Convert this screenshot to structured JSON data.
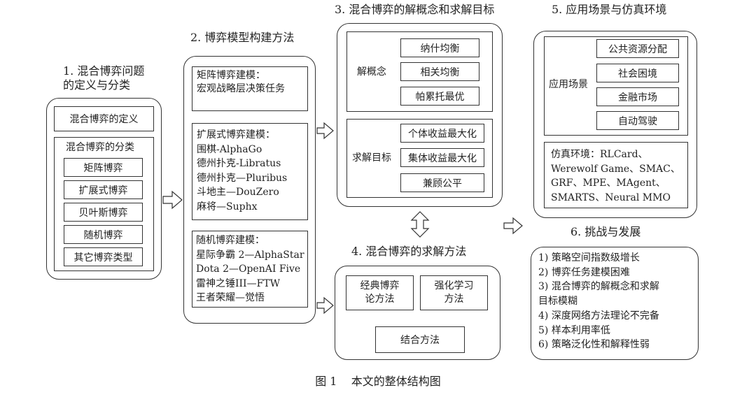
{
  "sections": {
    "s1": {
      "title_lines": [
        "1. 混合博弈问题",
        "的定义与分类"
      ],
      "definition": "混合博弈的定义",
      "classification_title": "混合博弈的分类",
      "types": [
        "矩阵博弈",
        "扩展式博弈",
        "贝叶斯博弈",
        "随机博弈",
        "其它博弈类型"
      ]
    },
    "s2": {
      "title": "2. 博弈模型构建方法",
      "matrix_lines": [
        "矩阵博弈建模：",
        "宏观战略层决策任务"
      ],
      "extensive_lines": [
        "扩展式博弈建模：",
        "围棋-AlphaGo",
        "德州扑克-Libratus",
        "德州扑克—Pluribus",
        "斗地主—DouZero",
        "麻将—Suphx"
      ],
      "stochastic_lines": [
        "随机博弈建模：",
        "星际争霸 2—AlphaStar",
        "Dota 2—OpenAI Five",
        "雷神之锤III—FTW",
        "王者荣耀—觉悟"
      ]
    },
    "s3": {
      "title": "3. 混合博弈的解概念和求解目标",
      "solution_label": "解概念",
      "solutions": [
        "纳什均衡",
        "相关均衡",
        "帕累托最优"
      ],
      "objective_label": "求解目标",
      "objectives": [
        "个体收益最大化",
        "集体收益最大化",
        "兼顾公平"
      ]
    },
    "s4": {
      "title": "4. 混合博弈的求解方法",
      "classic_lines": [
        "经典博弈",
        "论方法"
      ],
      "rl_lines": [
        "强化学习",
        "方法"
      ],
      "combined": "结合方法"
    },
    "s5": {
      "title": "5. 应用场景与仿真环境",
      "app_label": "应用场景",
      "apps": [
        "公共资源分配",
        "社会困境",
        "金融市场",
        "自动驾驶"
      ],
      "env_lines": [
        "仿真环境：RLCard、",
        "Werewolf Game、SMAC、",
        "GRF、MPE、MAgent、",
        "SMARTS、Neural MMO"
      ]
    },
    "s6": {
      "title": "6. 挑战与发展",
      "items": [
        "1)  策略空间指数级增长",
        "2)  博弈任务建模困难",
        "3)  混合博弈的解概念和求解",
        "目标模糊",
        "4)  深度网络方法理论不完备",
        "5)  样本利用率低",
        "6)  策略泛化性和解释性弱"
      ]
    }
  },
  "caption": "图 1    本文的整体结构图",
  "colors": {
    "line": "#333333",
    "background": "#ffffff",
    "text": "#222222"
  }
}
